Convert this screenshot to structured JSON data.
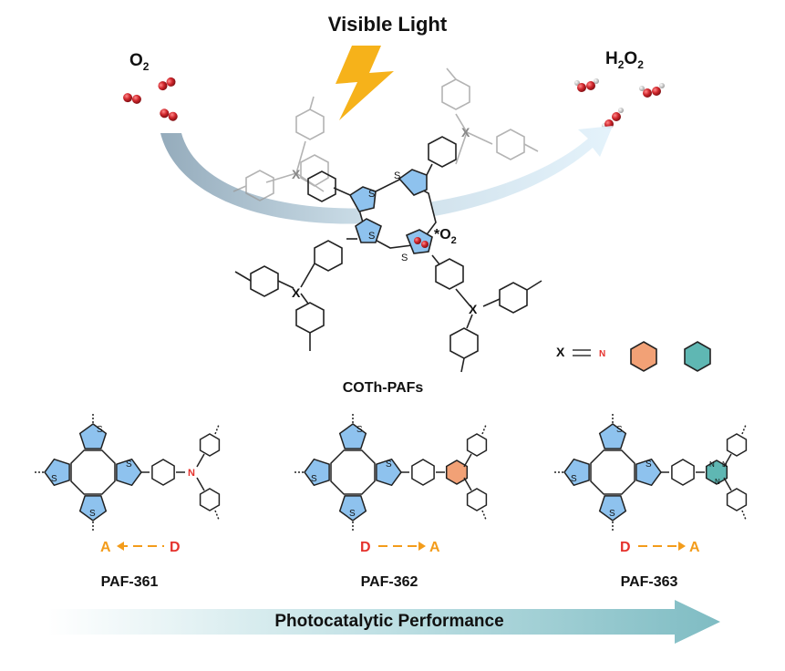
{
  "title": "Visible Light",
  "reactant": {
    "main": "O",
    "sub": "2"
  },
  "product": {
    "main_h": "H",
    "sub1": "2",
    "main_o": "O",
    "sub2": "2"
  },
  "adsorbed": {
    "main": "*O",
    "sub": "2"
  },
  "network_label": "COTh-PAFs",
  "x_equals": "X",
  "x_n": "N",
  "thiophene_s": "S",
  "compounds": [
    {
      "name": "PAF-361",
      "left": "A",
      "right": "D",
      "left_color": "#f39c1b",
      "right_color": "#e5322d",
      "node": "N"
    },
    {
      "name": "PAF-362",
      "left": "D",
      "right": "A",
      "left_color": "#e5322d",
      "right_color": "#f39c1b",
      "node": ""
    },
    {
      "name": "PAF-363",
      "left": "D",
      "right": "A",
      "left_color": "#e5322d",
      "right_color": "#f39c1b",
      "node": "N"
    }
  ],
  "performance_label": "Photocatalytic Performance",
  "colors": {
    "thiophene": "#8ec2ee",
    "benzene_node": "#f2a176",
    "triazine_node": "#5fb7b3",
    "oxygen": "#c8262c",
    "hydrogen": "#d9d9d9",
    "lightning": "#f6b21a",
    "arrow": "#b8d6dc"
  }
}
